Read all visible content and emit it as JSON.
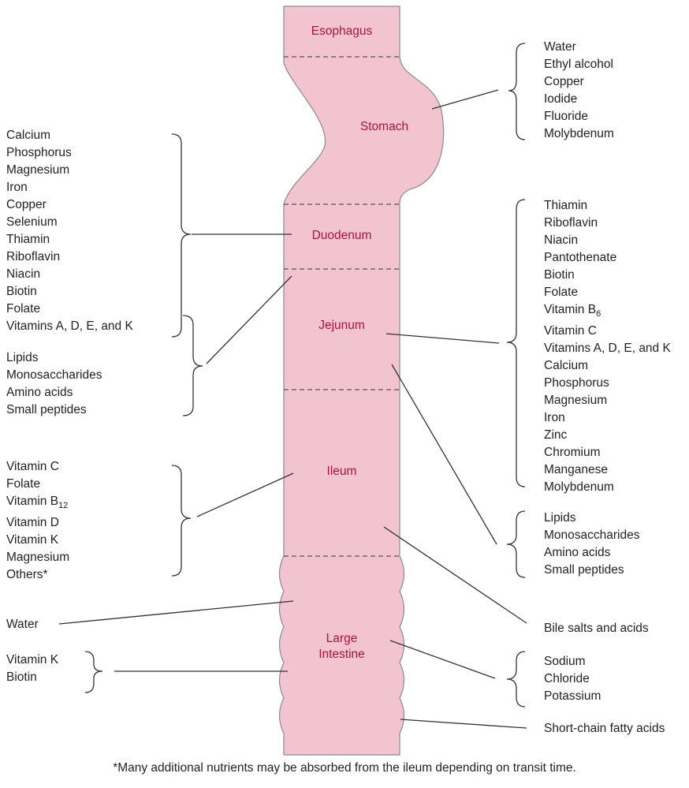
{
  "segments": {
    "esophagus": "Esophagus",
    "stomach": "Stomach",
    "duodenum": "Duodenum",
    "jejunum": "Jejunum",
    "ileum": "Ileum",
    "large_intestine_line1": "Large",
    "large_intestine_line2": "Intestine"
  },
  "stomach_list": [
    "Water",
    "Ethyl alcohol",
    "Copper",
    "Iodide",
    "Fluoride",
    "Molybdenum"
  ],
  "duodenum_list": [
    "Calcium",
    "Phosphorus",
    "Magnesium",
    "Iron",
    "Copper",
    "Selenium",
    "Thiamin",
    "Riboflavin",
    "Niacin",
    "Biotin",
    "Folate",
    "Vitamins A, D, E, and K"
  ],
  "left_macros_list": [
    "Lipids",
    "Monosaccharides",
    "Amino acids",
    "Small peptides"
  ],
  "jejunum_list": [
    "Thiamin",
    "Riboflavin",
    "Niacin",
    "Pantothenate",
    "Biotin",
    "Folate",
    "Vitamin B",
    "Vitamin C",
    "Vitamins A, D, E, and K",
    "Calcium",
    "Phosphorus",
    "Magnesium",
    "Iron",
    "Zinc",
    "Chromium",
    "Manganese",
    "Molybdenum"
  ],
  "vitamin_b6_subscript": "6",
  "right_macros_list": [
    "Lipids",
    "Monosaccharides",
    "Amino acids",
    "Small peptides"
  ],
  "ileum_list": [
    "Vitamin C",
    "Folate",
    "Vitamin B",
    "Vitamin D",
    "Vitamin K",
    "Magnesium",
    "Others*"
  ],
  "vitamin_b12_subscript": "12",
  "water_label": "Water",
  "large_intestine_left_list": [
    "Vitamin K",
    "Biotin"
  ],
  "bile_label": "Bile salts and acids",
  "electrolytes_list": [
    "Sodium",
    "Chloride",
    "Potassium"
  ],
  "scfa_label": "Short-chain fatty acids",
  "footnote": "*Many additional nutrients may be absorbed from the ileum depending on transit time.",
  "colors": {
    "tract_fill": "#f2c4cf",
    "tract_stroke": "#8a8a8a",
    "segment_text": "#b0123a",
    "line": "#333333"
  }
}
